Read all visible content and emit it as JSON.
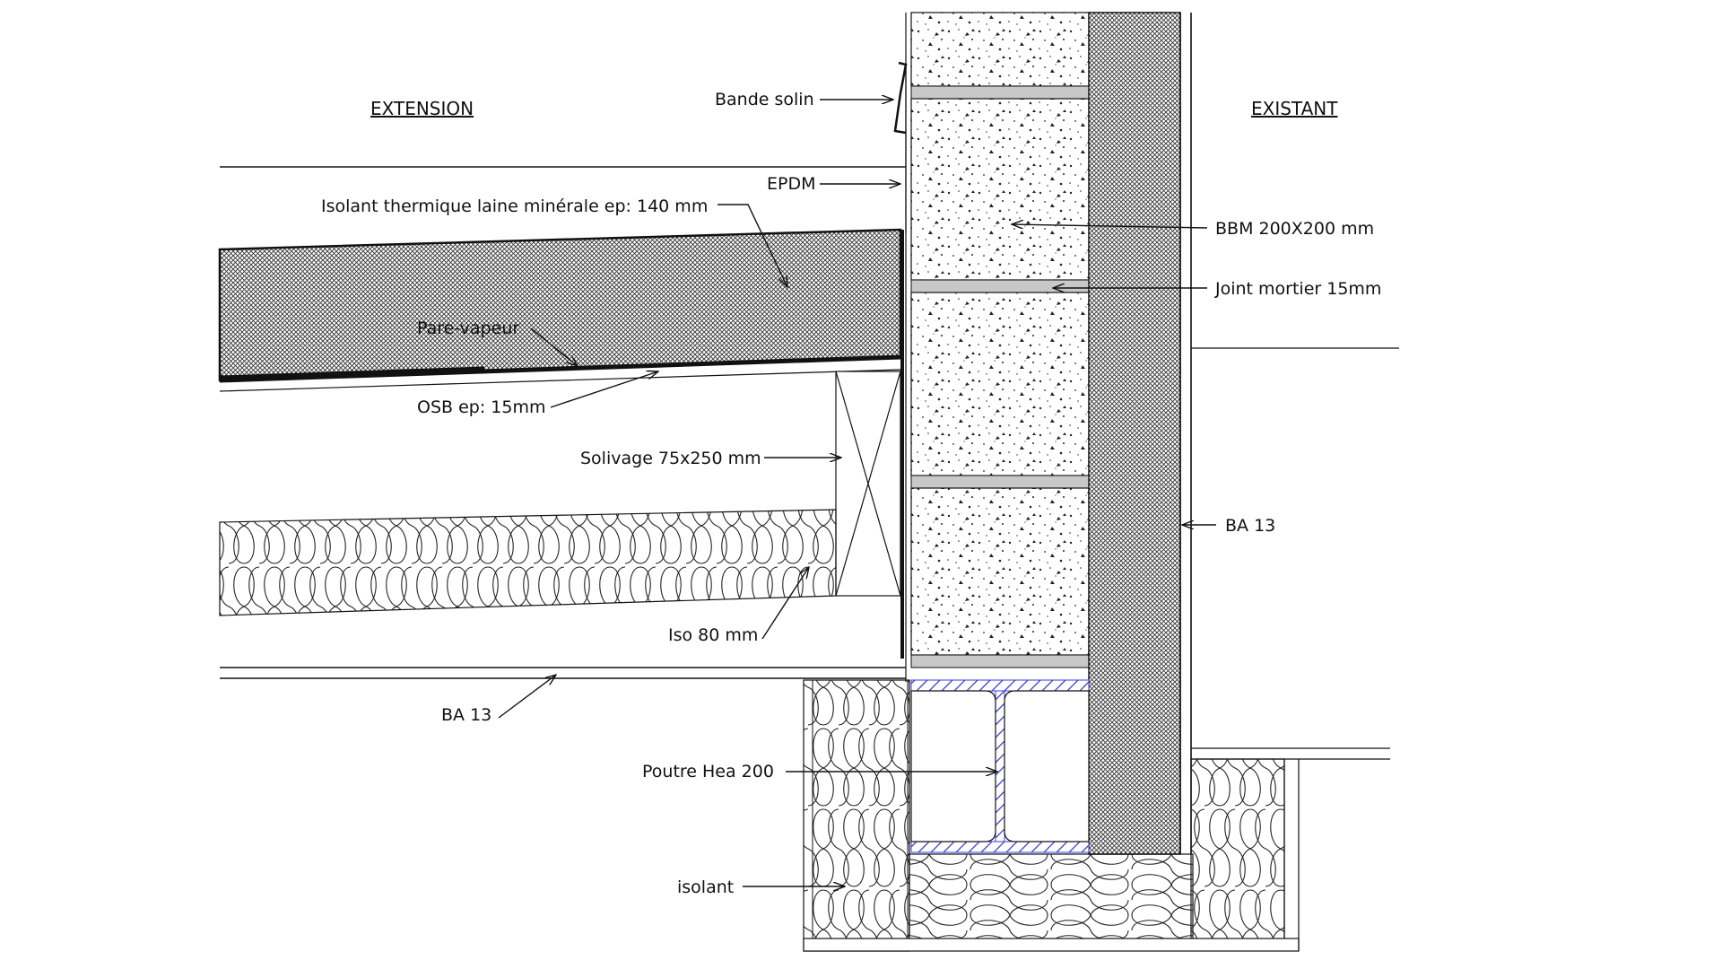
{
  "titles": {
    "left": "EXTENSION",
    "right": "EXISTANT"
  },
  "labels": {
    "bande_solin": "Bande solin",
    "epdm": "EPDM",
    "isolant_thermique": "Isolant thermique laine minérale ep: 140 mm",
    "pare_vapeur": "Pare-vapeur",
    "osb": "OSB ep: 15mm",
    "solivage": "Solivage 75x250 mm",
    "iso80": "Iso 80 mm",
    "ba13_left": "BA 13",
    "bbm": "BBM 200X200 mm",
    "joint": "Joint mortier 15mm",
    "ba13_right": "BA 13",
    "poutre": "Poutre Hea 200",
    "isolant": "isolant"
  }
}
